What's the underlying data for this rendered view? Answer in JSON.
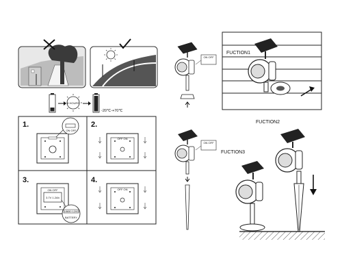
{
  "temperature_range": "-20℃-+70℃",
  "sun_label": "8 HOURS",
  "steps": [
    {
      "number": "1.",
      "tag_text": "ON  OFF"
    },
    {
      "number": "2.",
      "tag_text": "OFF  ON"
    },
    {
      "number": "3.",
      "tag_text": "ON  OFF",
      "spec_text": "3.7V 1.2Ah",
      "battery_size": "18650 1200",
      "battery_label": "BATTERY"
    },
    {
      "number": "4.",
      "tag_text": "OFF  ON"
    }
  ],
  "functions": {
    "f1": "FUCTION1",
    "f2": "FUCTION2",
    "f3": "FUCTION3",
    "tag_text": "ON  OFF"
  }
}
